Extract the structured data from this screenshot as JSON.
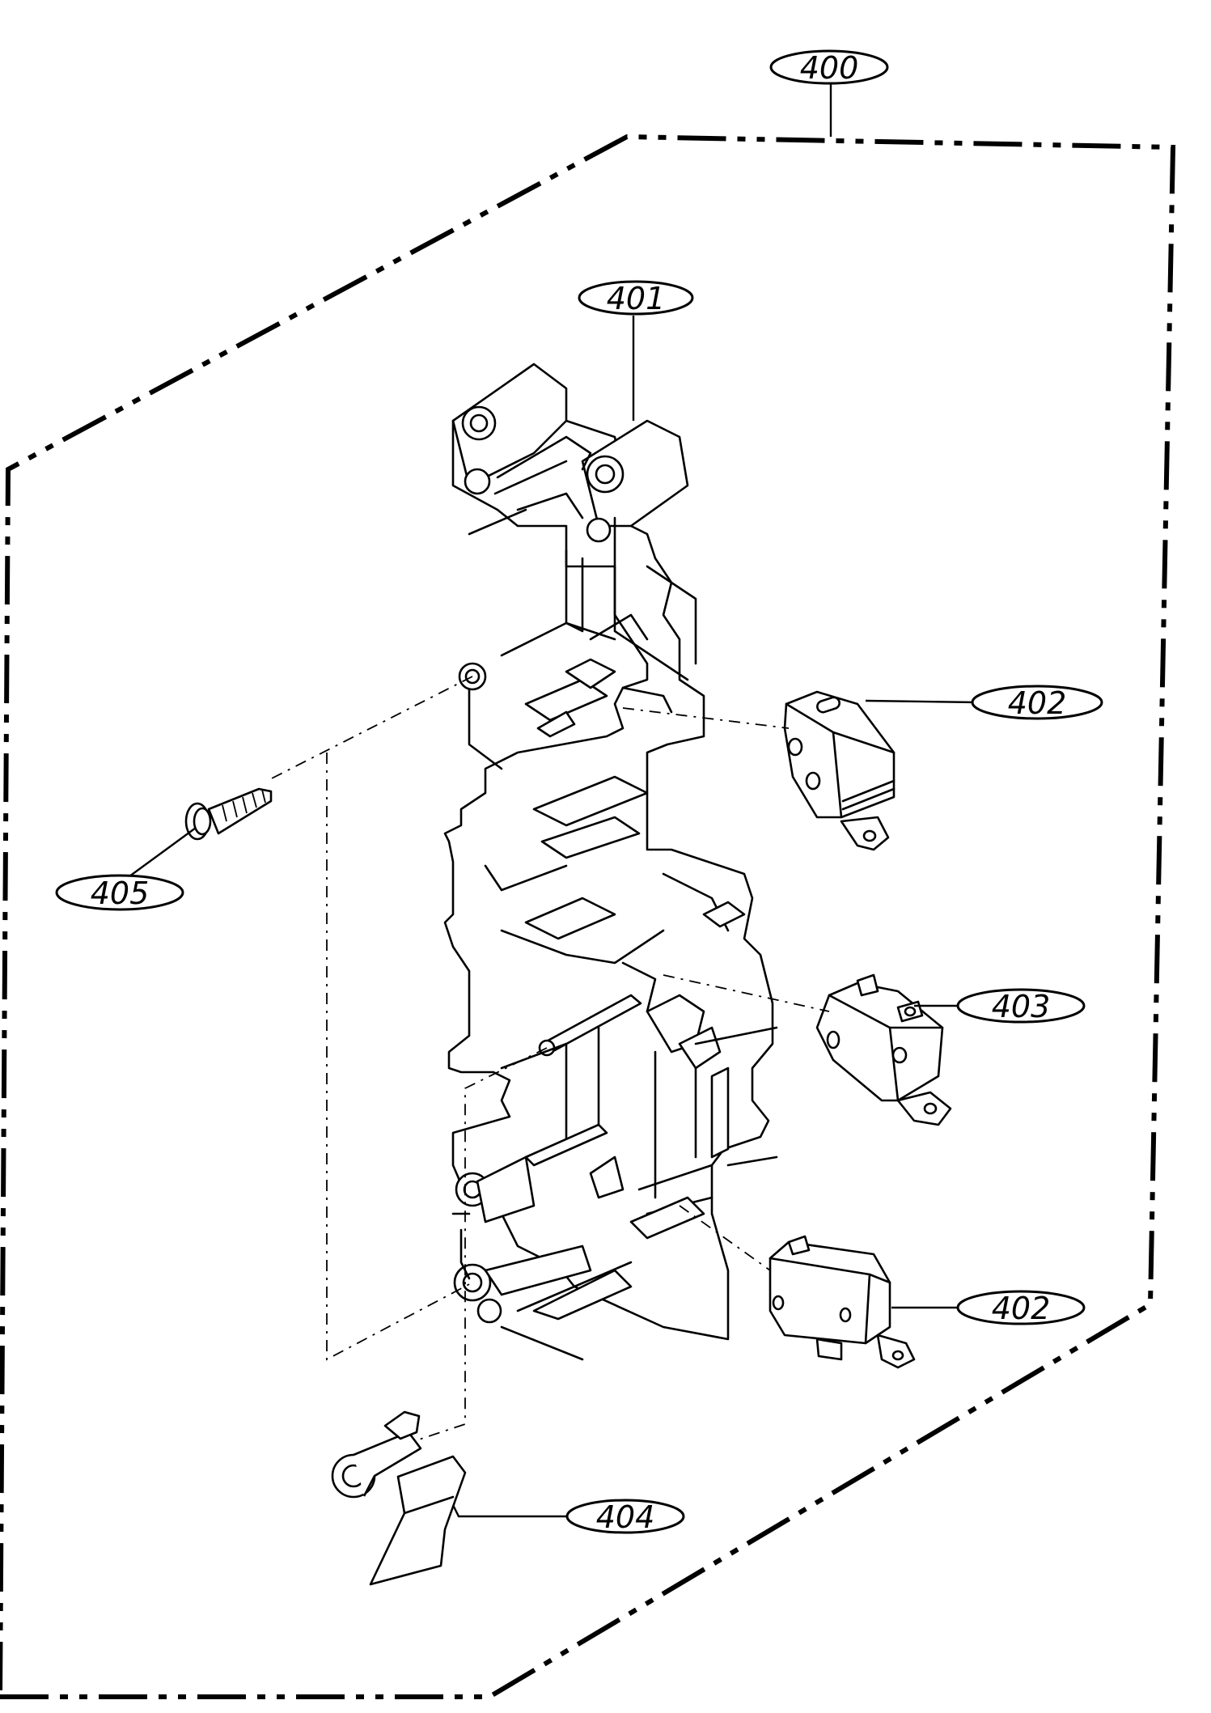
{
  "callouts": [
    {
      "id": "c400",
      "label": "400",
      "part": "assembly"
    },
    {
      "id": "c401",
      "label": "401",
      "part": "latch-board"
    },
    {
      "id": "c402a",
      "label": "402",
      "part": "micro-switch-upper"
    },
    {
      "id": "c403",
      "label": "403",
      "part": "monitor-switch"
    },
    {
      "id": "c402b",
      "label": "402",
      "part": "micro-switch-lower"
    },
    {
      "id": "c404",
      "label": "404",
      "part": "lever"
    },
    {
      "id": "c405",
      "label": "405",
      "part": "screw"
    }
  ],
  "colors": {
    "ink": "#000000",
    "paper": "#ffffff"
  }
}
